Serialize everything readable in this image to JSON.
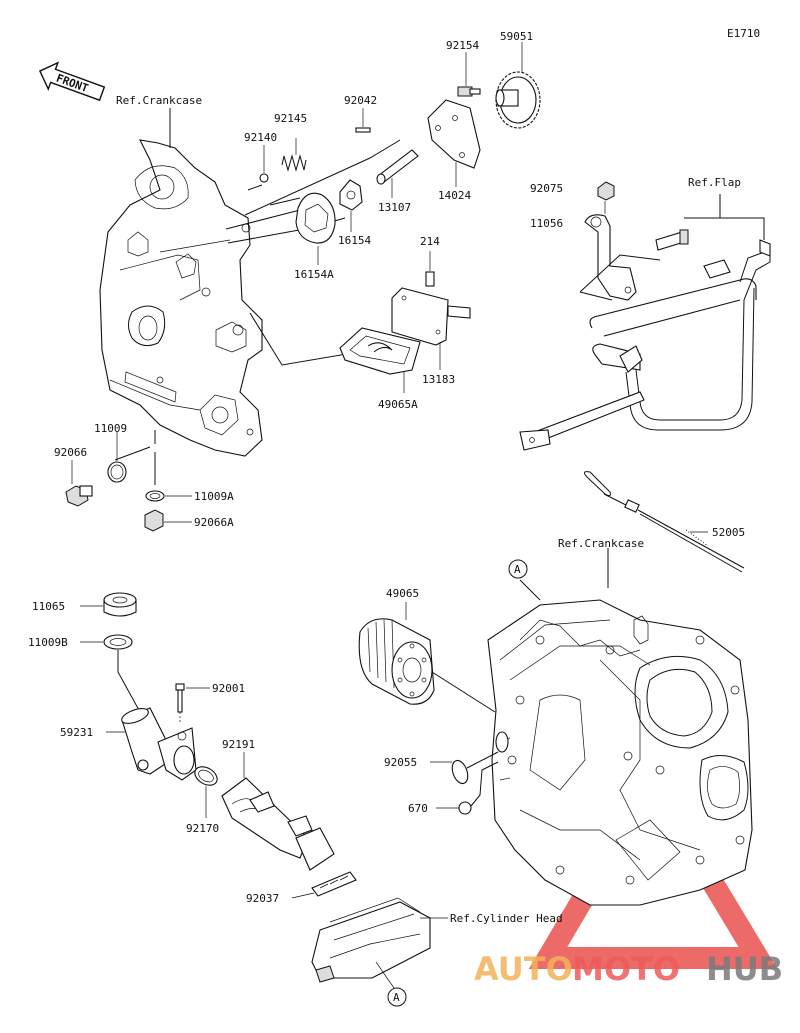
{
  "diagram_code": "E1710",
  "front_label": "FRONT",
  "refs": {
    "crankcase_top": "Ref.Crankcase",
    "flap": "Ref.Flap",
    "crankcase_lower": "Ref.Crankcase",
    "cylinder_head": "Ref.Cylinder Head"
  },
  "callout_a_top": "A",
  "callout_a_bottom": "A",
  "parts": {
    "p92154": "92154",
    "p59051": "59051",
    "p92042": "92042",
    "p92145": "92145",
    "p92140": "92140",
    "p14024": "14024",
    "p13107": "13107",
    "p16154": "16154",
    "p16154a": "16154A",
    "p92075": "92075",
    "p11056": "11056",
    "p214": "214",
    "p13183": "13183",
    "p49065a": "49065A",
    "p11009": "11009",
    "p92066": "92066",
    "p11009a": "11009A",
    "p92066a": "92066A",
    "p52005": "52005",
    "p11065": "11065",
    "p11009b": "11009B",
    "p49065": "49065",
    "p92001": "92001",
    "p59231": "59231",
    "p92191": "92191",
    "p92055": "92055",
    "p670": "670",
    "p92170": "92170",
    "p92037": "92037"
  },
  "watermark": {
    "part1": "AUTO",
    "part2": "MOTO",
    "part3": "HUB",
    "colors": {
      "auto": "#f2b35a",
      "moto": "#ef5a5a",
      "hub": "#7a7a7a",
      "triangle": "#e53935"
    }
  }
}
